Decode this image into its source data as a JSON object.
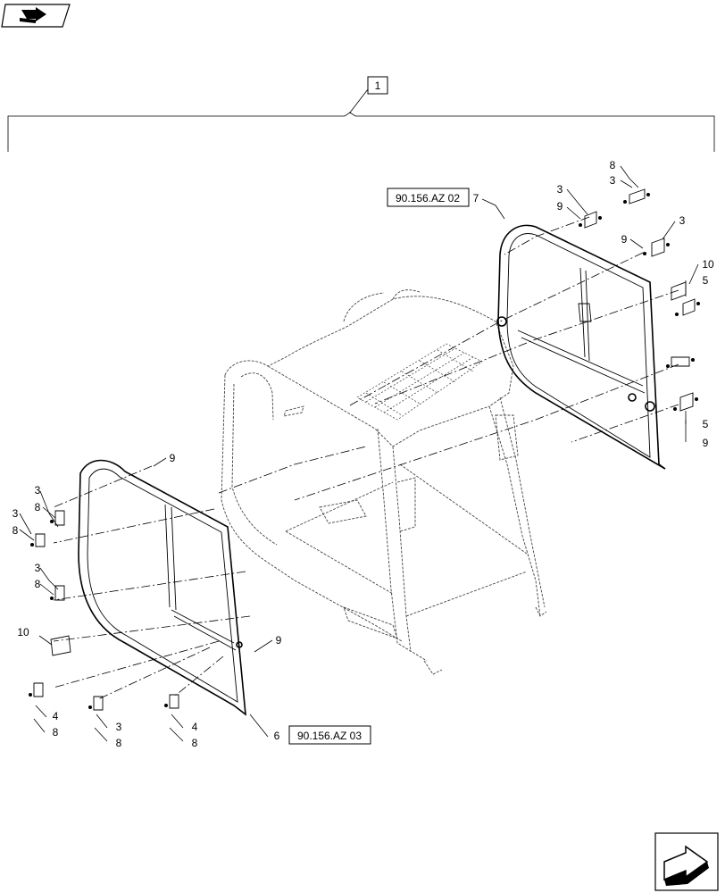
{
  "refs": {
    "main_assembly": "1",
    "rear_window_ref": "90.156.AZ 02",
    "front_window_ref": "90.156.AZ 03"
  },
  "labels": {
    "r_8_top": "8",
    "r_3_top": "3",
    "r_3_a": "3",
    "r_9_a": "9",
    "r_9_b": "9",
    "r_3_b": "3",
    "r_7": "7",
    "r_10": "10",
    "r_5_a": "5",
    "r_5_b": "5",
    "r_9_c": "9",
    "l_9_top": "9",
    "l_3_a": "3",
    "l_8_a": "8",
    "l_3_b": "3",
    "l_8_b": "8",
    "l_3_c": "3",
    "l_8_c": "8",
    "l_10": "10",
    "l_9_mid": "9",
    "b_4_a": "4",
    "b_8_a": "8",
    "b_3": "3",
    "b_8_b": "8",
    "b_4_b": "4",
    "b_8_c": "8",
    "l_6": "6"
  },
  "icons": {
    "top_left": "book-arrow-icon",
    "bottom_right": "next-page-arrow-icon"
  }
}
